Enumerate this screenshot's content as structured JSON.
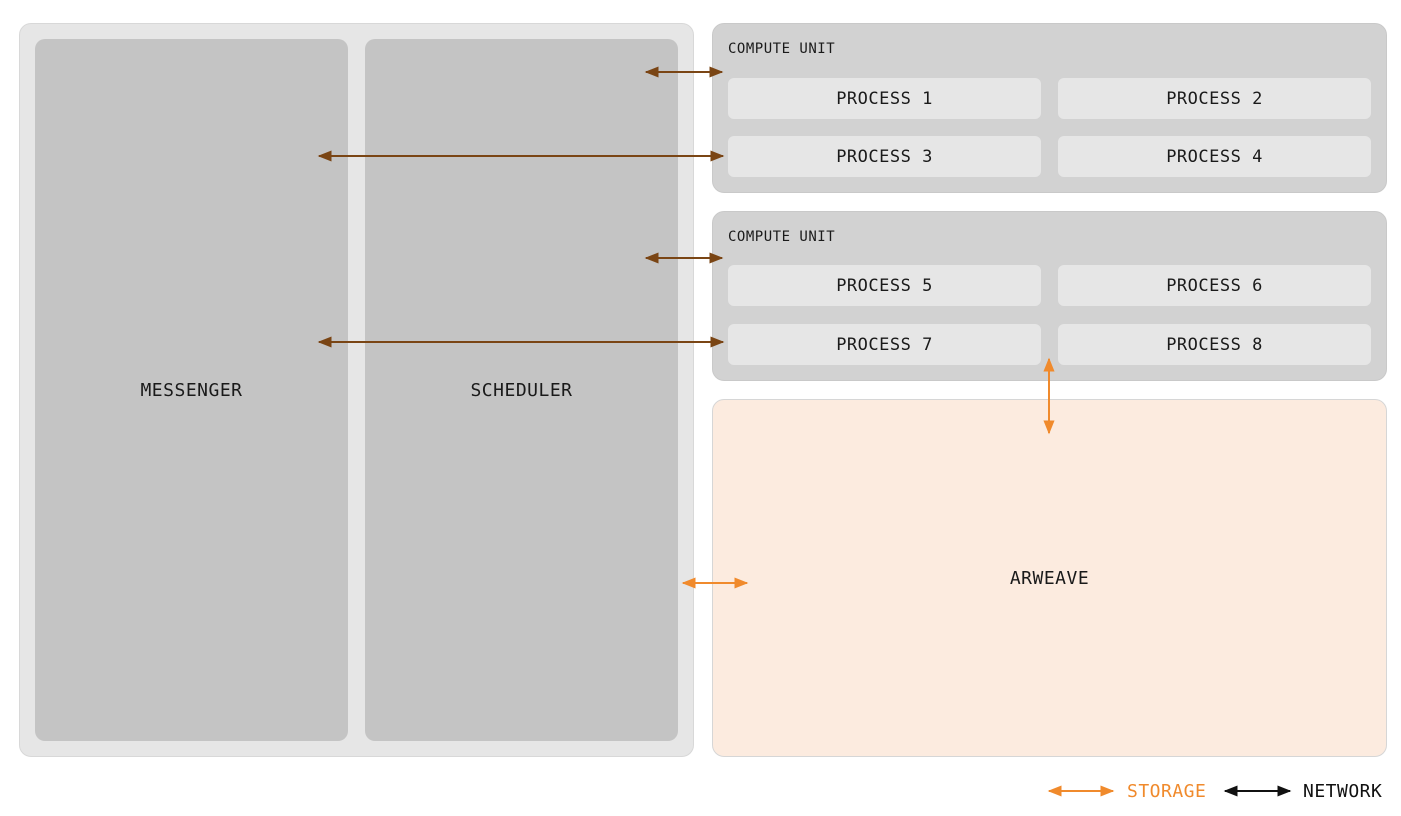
{
  "columns": {
    "messenger": "MESSENGER",
    "scheduler": "SCHEDULER"
  },
  "compute_units": [
    {
      "title": "COMPUTE UNIT",
      "processes": [
        "PROCESS 1",
        "PROCESS 2",
        "PROCESS 3",
        "PROCESS 4"
      ]
    },
    {
      "title": "COMPUTE UNIT",
      "processes": [
        "PROCESS 5",
        "PROCESS 6",
        "PROCESS 7",
        "PROCESS 8"
      ]
    }
  ],
  "storage": {
    "label": "ARWEAVE"
  },
  "legend": {
    "storage_label": "STORAGE",
    "network_label": "NETWORK"
  },
  "colors": {
    "storage_arrow": "#f08a2c",
    "network_arrow": "#7a4514",
    "legend_network_arrow": "#111111",
    "storage_fill": "#fcebdf"
  }
}
